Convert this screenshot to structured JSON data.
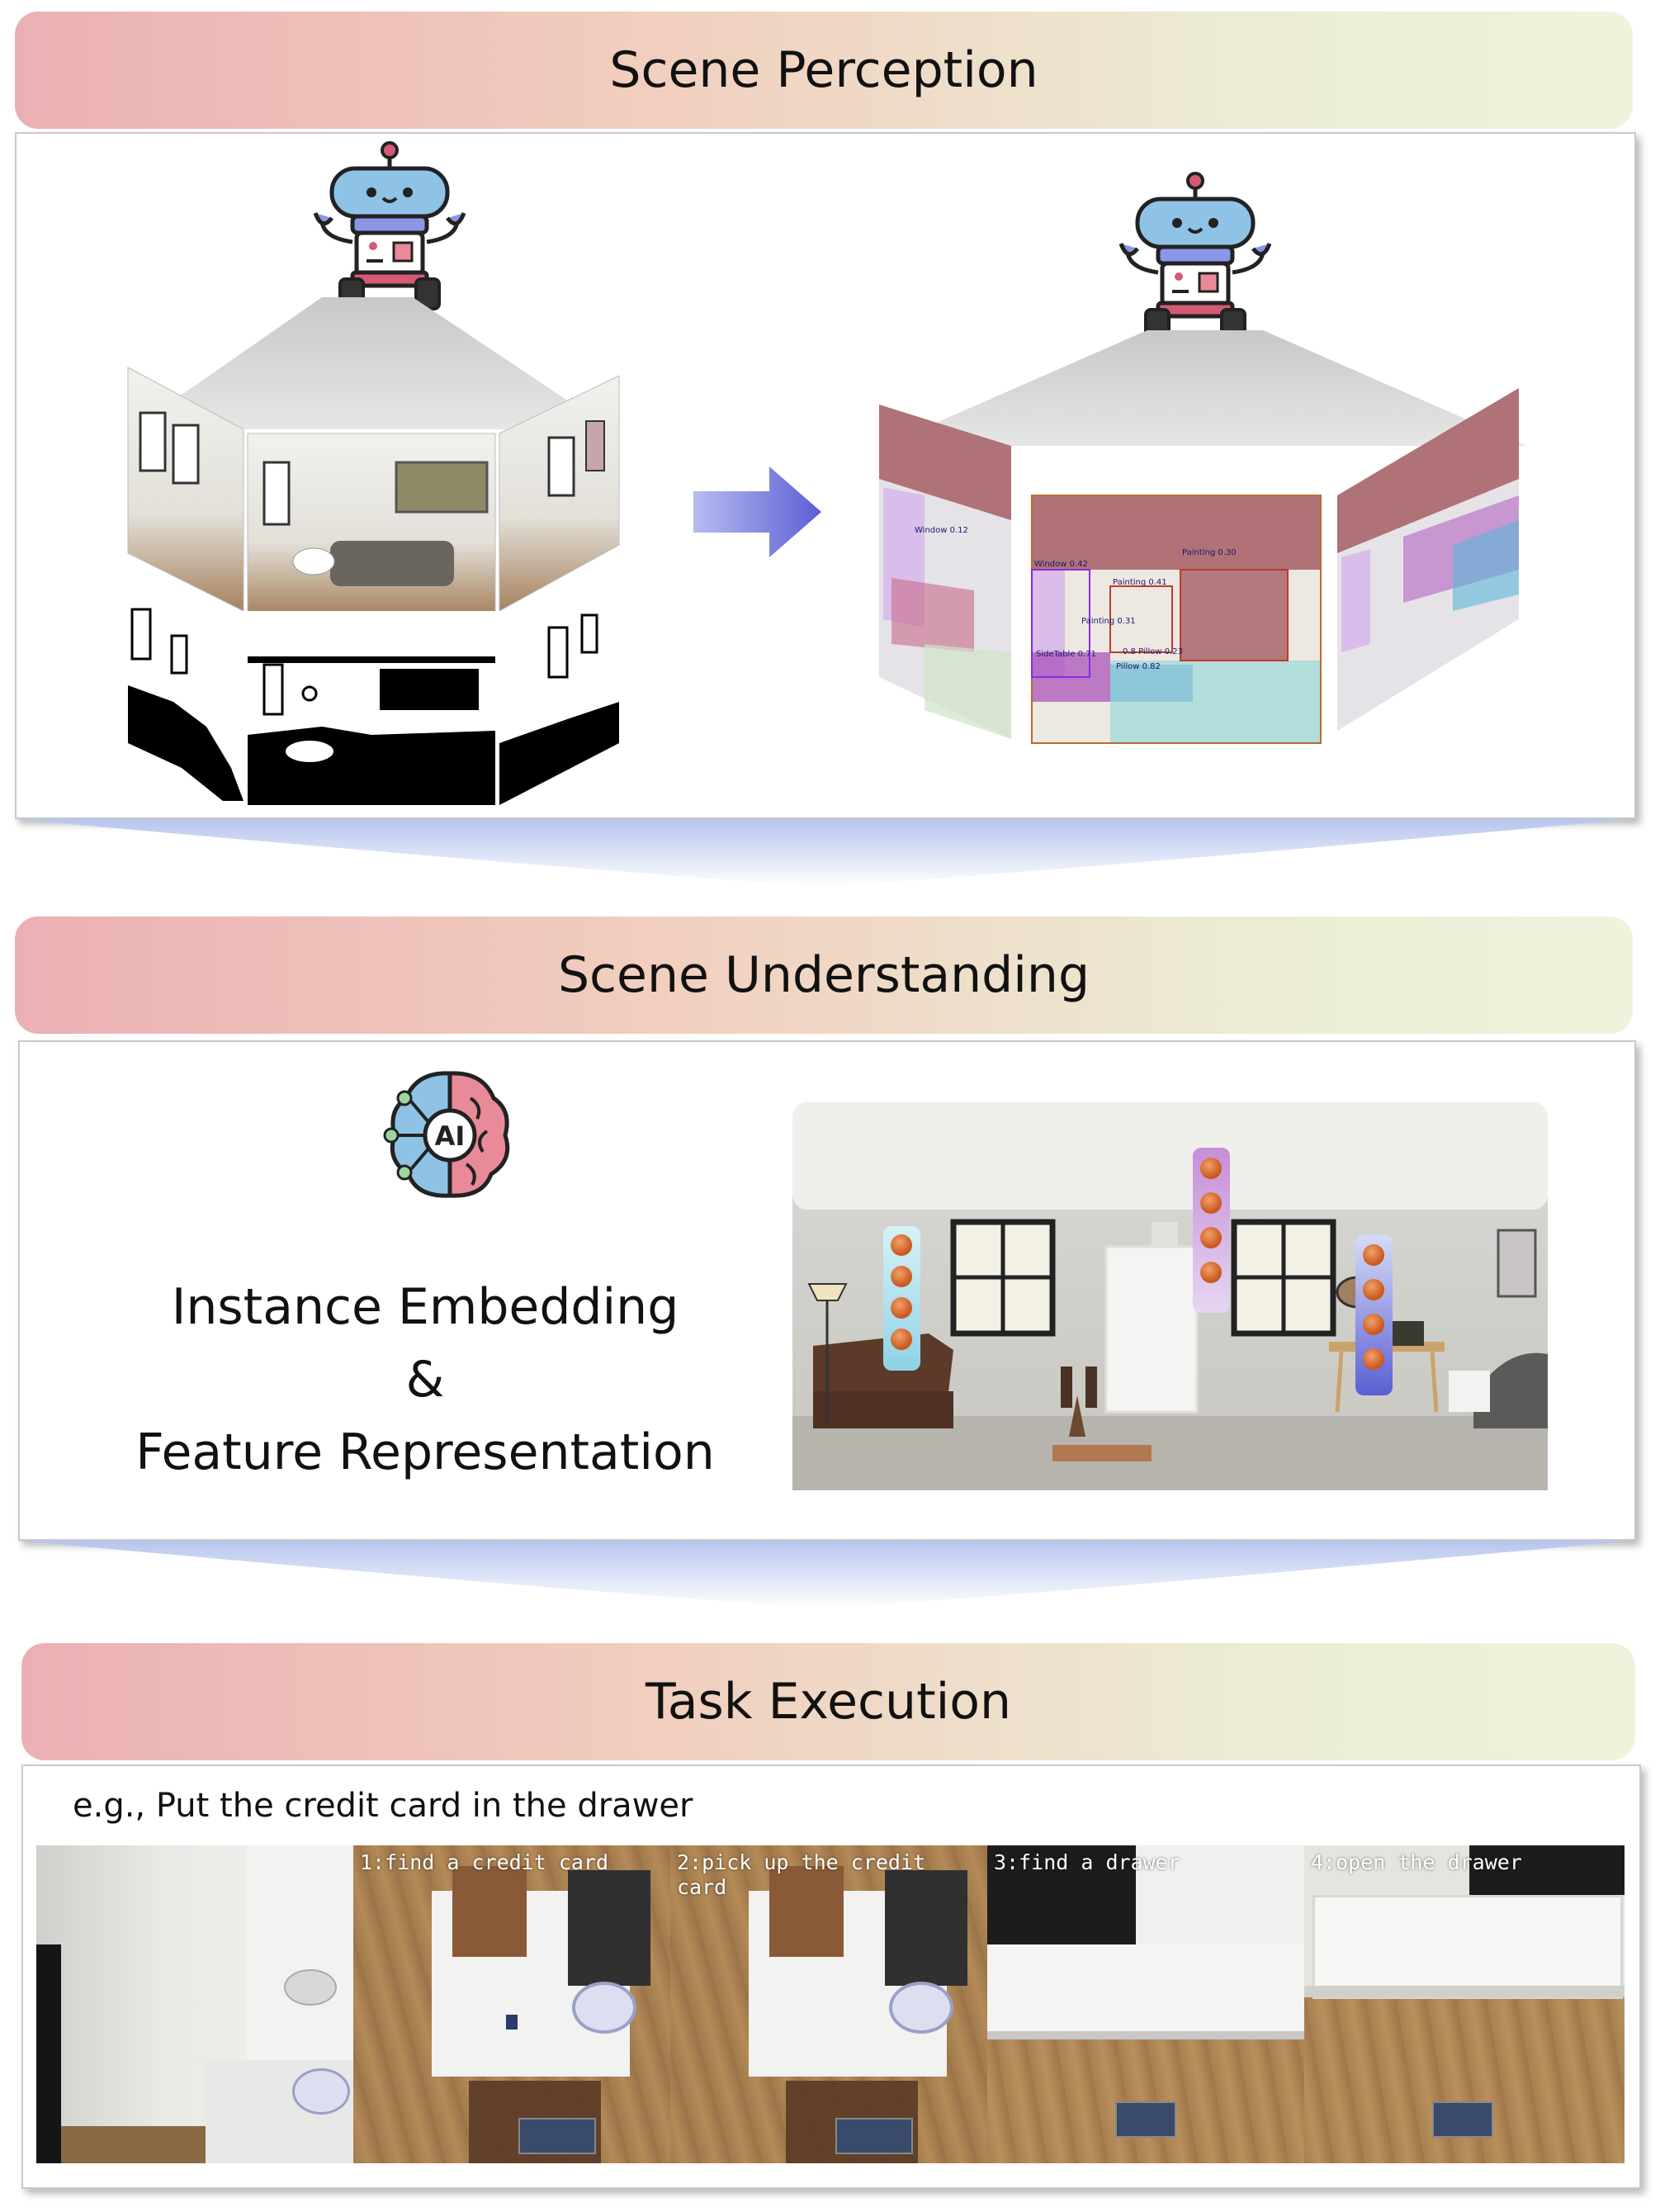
{
  "sections": {
    "perception": {
      "title": "Scene Perception"
    },
    "understanding": {
      "title": "Scene Understanding",
      "icon_text": "AI",
      "line1": "Instance Embedding",
      "line2": "&",
      "line3": "Feature Representation"
    },
    "execution": {
      "title": "Task Execution",
      "instruction": "e.g., Put the credit card in the drawer",
      "steps": [
        {
          "caption": ""
        },
        {
          "caption": "1:find a credit card"
        },
        {
          "caption": "2:pick up the credit card"
        },
        {
          "caption": "3:find a drawer"
        },
        {
          "caption": "4:open the drawer"
        }
      ]
    }
  },
  "detections": {
    "center": [
      "Window 0.42",
      "Painting 0.30",
      "Painting 0.41",
      "Painting 0.31",
      "SideTable 0.71",
      "0.8 Pillow 0.23",
      "Pillow 0.82"
    ],
    "left": [
      "Window 0.12"
    ]
  },
  "colors": {
    "header_left": "#ebb0b4",
    "header_right": "#eef4dc",
    "arrow": "#6f73d8",
    "robot_head": "#8ec3e6",
    "robot_band": "#8c95e8",
    "robot_base": "#d45a76",
    "brain_left": "#8ec3e6",
    "brain_right": "#e98a98",
    "ceiling_mask": "#a8656a"
  },
  "icons": [
    "robot-icon",
    "ai-brain-icon",
    "arrow-right-icon"
  ]
}
